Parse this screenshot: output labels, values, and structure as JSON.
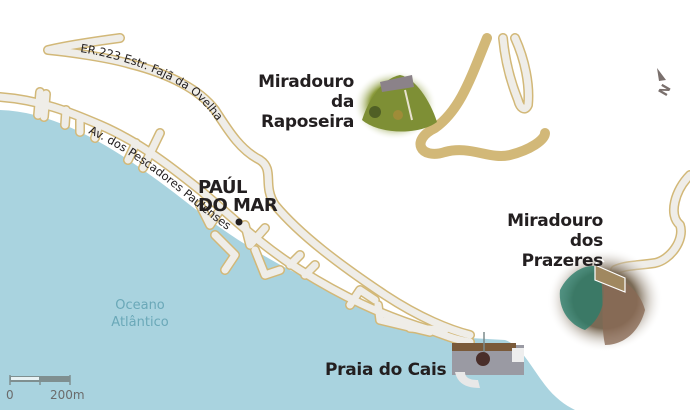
{
  "map": {
    "colors": {
      "sea": "#a9d3df",
      "road_fill": "#efede8",
      "road_edge": "#d2b878",
      "text": "#231f20",
      "ocean_text": "#6aa8b8",
      "north_arrow": "#7a706d"
    },
    "roads": [
      {
        "name": "ER.223 Estr. Fajã da Ovelha",
        "label": "ER.223 Estr. Fajã da Ovelha"
      },
      {
        "name": "Av. dos Pescadores Paulenses",
        "label": "Av. dos Pescadores Paulenses"
      }
    ],
    "town": {
      "line1": "PAÚL",
      "line2": "DO MAR"
    },
    "places": [
      {
        "id": "miradouro-raposeira",
        "line1": "Miradouro",
        "line2": "da Raposeira"
      },
      {
        "id": "miradouro-prazeres",
        "line1": "Miradouro",
        "line2": "dos Prazeres"
      },
      {
        "id": "praia-do-cais",
        "line1": "Praia do Cais"
      }
    ],
    "ocean": {
      "line1": "Oceano",
      "line2": "Atlântico"
    },
    "scale": {
      "start": "0",
      "end": "200m"
    },
    "north": {
      "label": "N",
      "icon": "north-arrow-icon"
    }
  }
}
